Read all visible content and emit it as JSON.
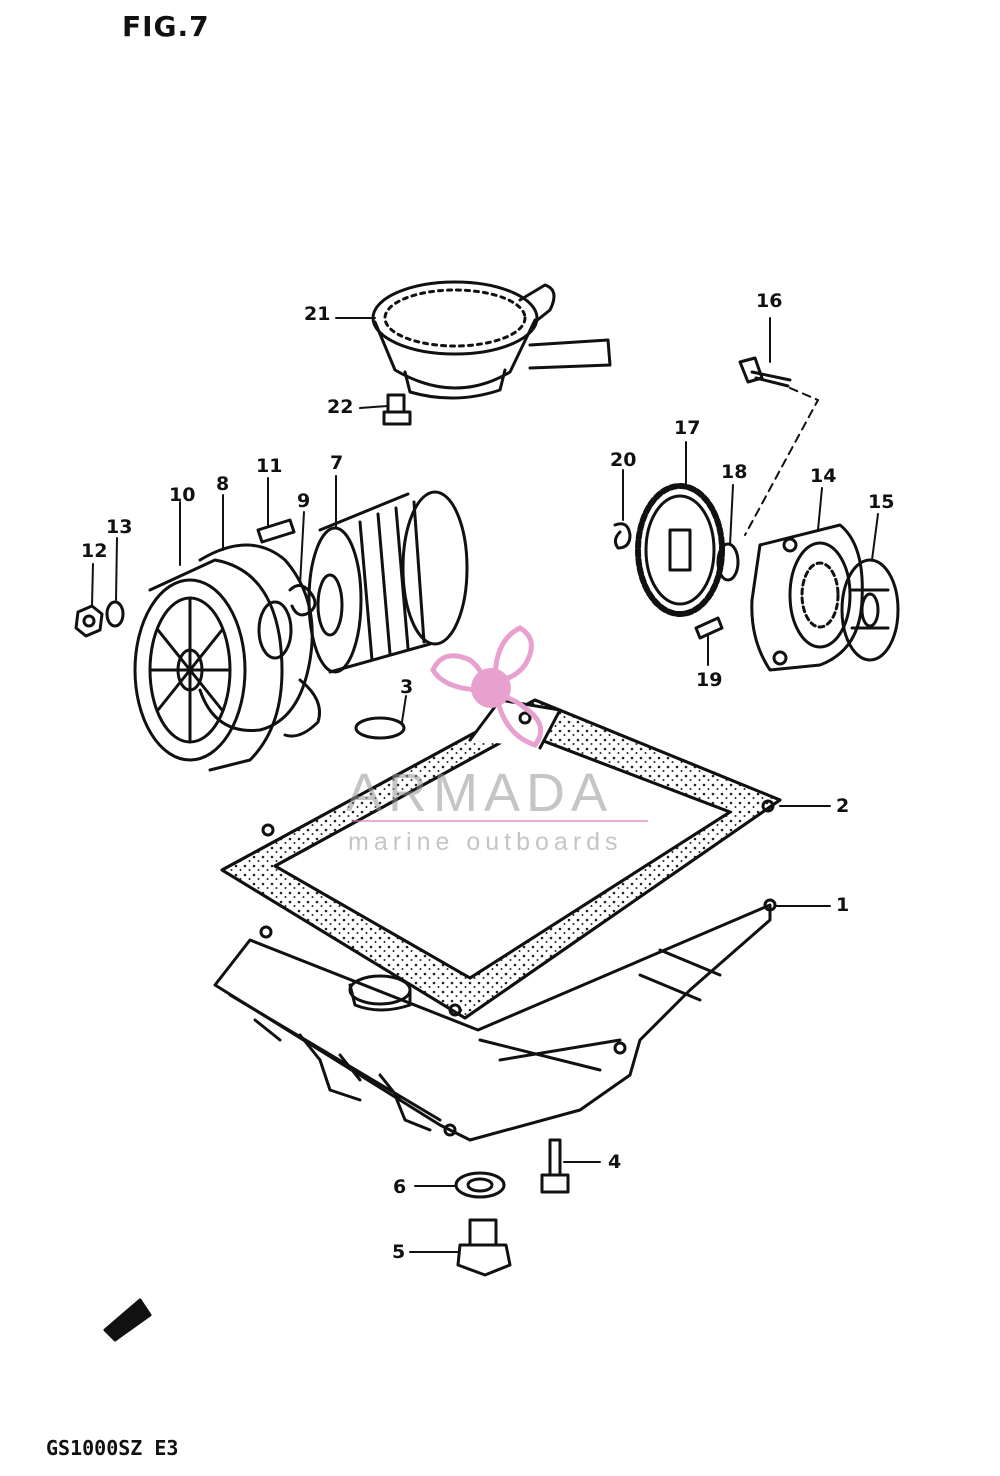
{
  "figure": {
    "title": "FIG.7",
    "model_code": "GS1000SZ E3"
  },
  "watermark": {
    "brand": "ARMADA",
    "tagline": "marine outboards",
    "accent_color": "#e8a0cf"
  },
  "callouts": [
    "1",
    "2",
    "3",
    "4",
    "5",
    "6",
    "7",
    "8",
    "9",
    "10",
    "11",
    "12",
    "13",
    "14",
    "15",
    "16",
    "17",
    "18",
    "19",
    "20",
    "21",
    "22"
  ],
  "colors": {
    "ink": "#111111",
    "background": "#ffffff"
  }
}
